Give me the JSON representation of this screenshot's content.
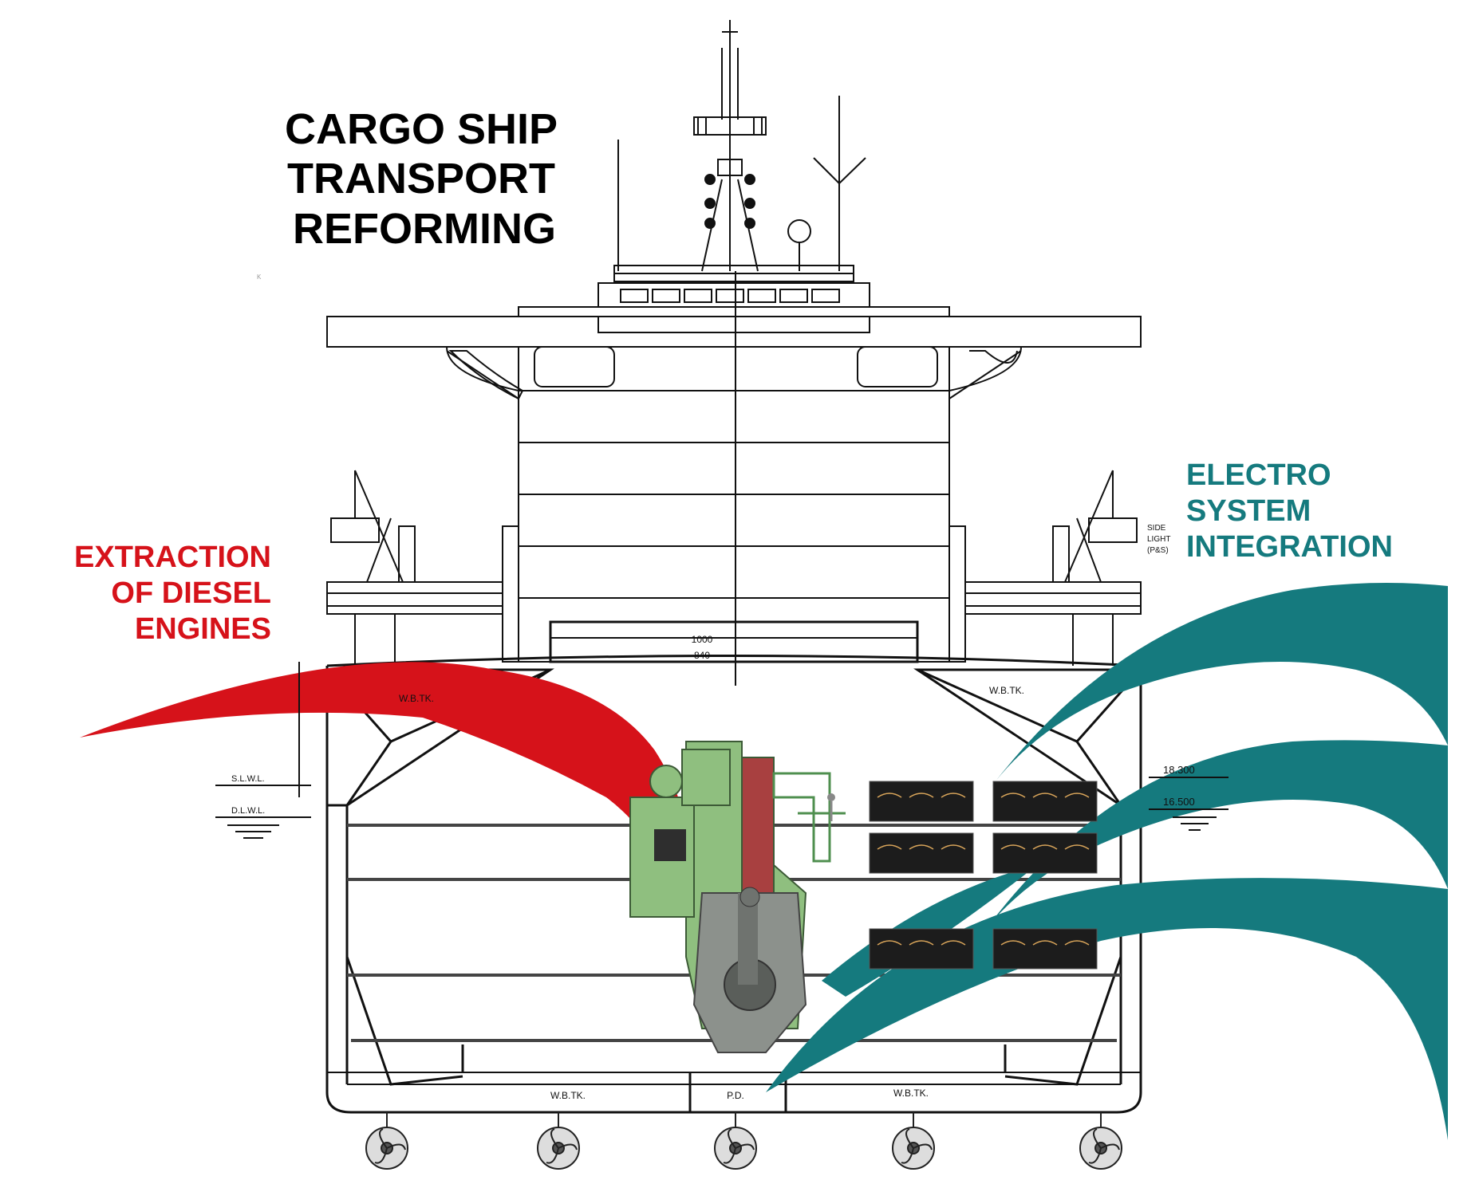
{
  "title": {
    "line1": "CARGO SHIP",
    "line2": "TRANSPORT",
    "line3": "REFORMING"
  },
  "left_callout": {
    "line1": "EXTRACTION",
    "line2": "OF DIESEL",
    "line3": "ENGINES",
    "color": "#d6121a"
  },
  "right_callout": {
    "line1": "ELECTRO",
    "line2": "SYSTEM",
    "line3": "INTEGRATION",
    "color": "#157a7e"
  },
  "drawing_labels": {
    "side_light_1": "SIDE",
    "side_light_2": "LIGHT",
    "side_light_3": "(P&S)",
    "dim_1000": "1000",
    "dim_840": "840",
    "wbtk_upper_left": "W.B.TK.",
    "wbtk_upper_right": "W.B.TK.",
    "wbtk_lower_left": "W.B.TK.",
    "wbtk_lower_right": "W.B.TK.",
    "pd": "P.D.",
    "slwl": "S.L.W.L.",
    "dlwl": "D.L.W.L.",
    "draft_18300": "18.300",
    "draft_16500": "16.500",
    "corner_mark": "K"
  },
  "colors": {
    "line": "#111111",
    "engine_green": "#8fbf7f",
    "engine_grey": "#8c918c",
    "battery_dark": "#1c1c1c"
  },
  "icons": [
    "propeller-icon",
    "waterline-icon",
    "battery-module-icon",
    "diesel-engine-icon",
    "lifeboat-davit-icon",
    "radar-mast-icon"
  ]
}
